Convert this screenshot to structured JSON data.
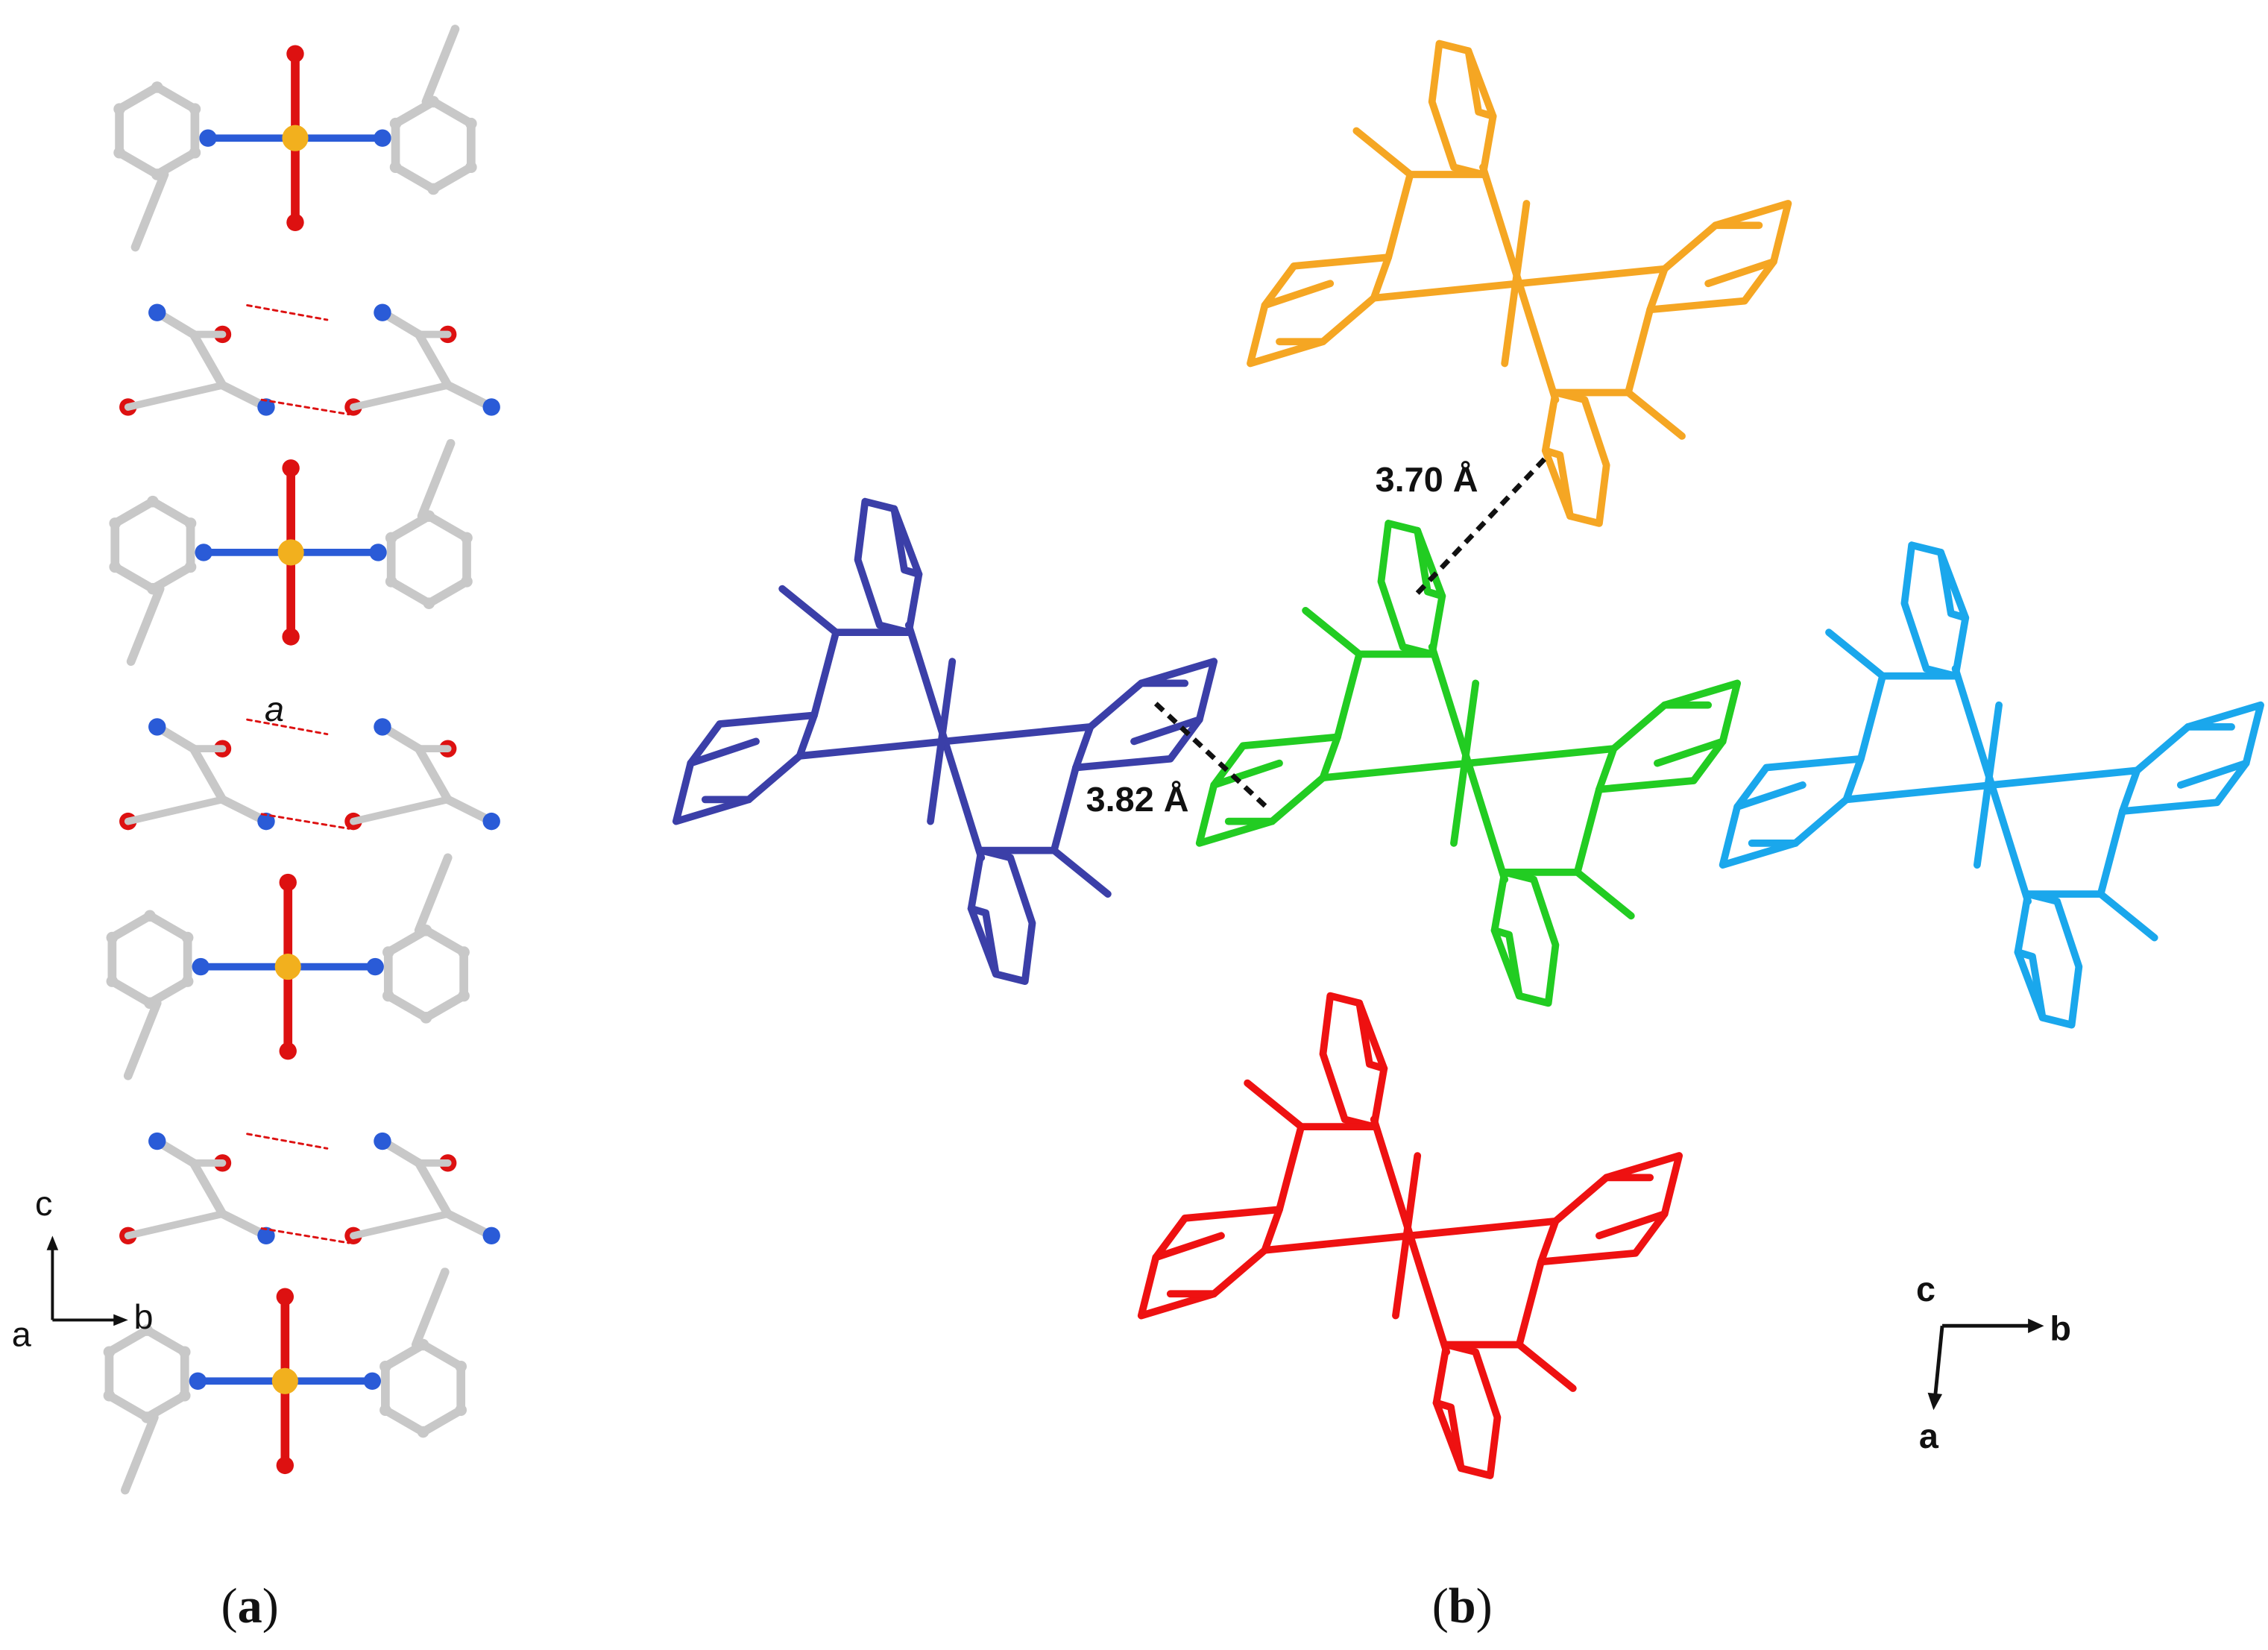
{
  "panels": [
    {
      "id": "a",
      "caption_open": "(",
      "caption_letter": "a",
      "caption_close": ")",
      "chain_label": "a",
      "axes": {
        "up": "c",
        "right": "b",
        "out": "a"
      }
    },
    {
      "id": "b",
      "caption_open": "(",
      "caption_letter": "b",
      "caption_close": ")",
      "axes": {
        "up": "c",
        "right": "b",
        "down": "a"
      },
      "distances": [
        "3.70 Å",
        "3.82 Å"
      ]
    }
  ],
  "colors": {
    "molecule_top": "#f5a623",
    "molecule_left": "#3b3fa8",
    "molecule_center": "#22cc22",
    "molecule_right": "#1aa7ec",
    "molecule_bottom": "#ee1111",
    "carbon": "#c8c8c8",
    "nitrogen": "#2a5bd7",
    "oxygen": "#dd1111",
    "metal": "#f2b01e"
  }
}
